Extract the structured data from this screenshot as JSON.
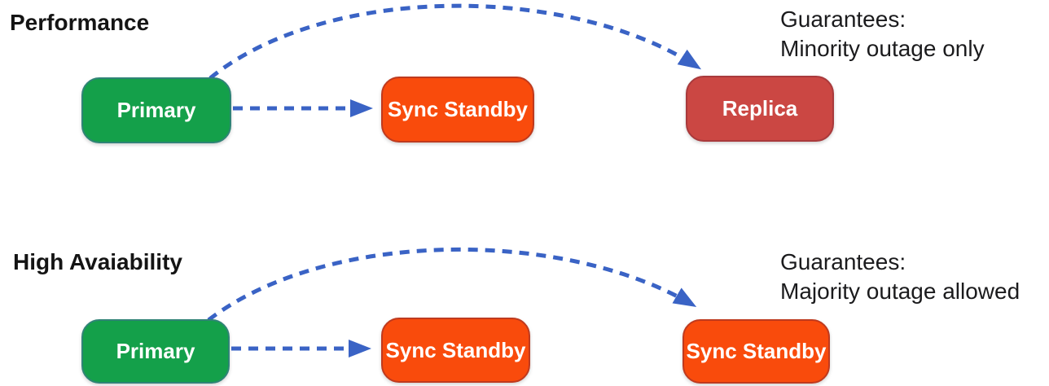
{
  "colors": {
    "primary_green": "#14a04a",
    "standby_orange": "#f94b0c",
    "replica_red": "#cb4743",
    "arrow_blue": "#3a63c5",
    "title_text": "#141414"
  },
  "sections": [
    {
      "title": "Performance",
      "nodes": [
        {
          "label": "Primary"
        },
        {
          "label": "Sync Standby"
        },
        {
          "label": "Replica"
        }
      ],
      "guarantees": {
        "heading": "Guarantees:",
        "detail": "Minority outage only"
      }
    },
    {
      "title": "High Avaiability",
      "nodes": [
        {
          "label": "Primary"
        },
        {
          "label": "Sync Standby"
        },
        {
          "label": "Sync Standby"
        }
      ],
      "guarantees": {
        "heading": "Guarantees:",
        "detail": "Majority outage allowed"
      }
    }
  ]
}
